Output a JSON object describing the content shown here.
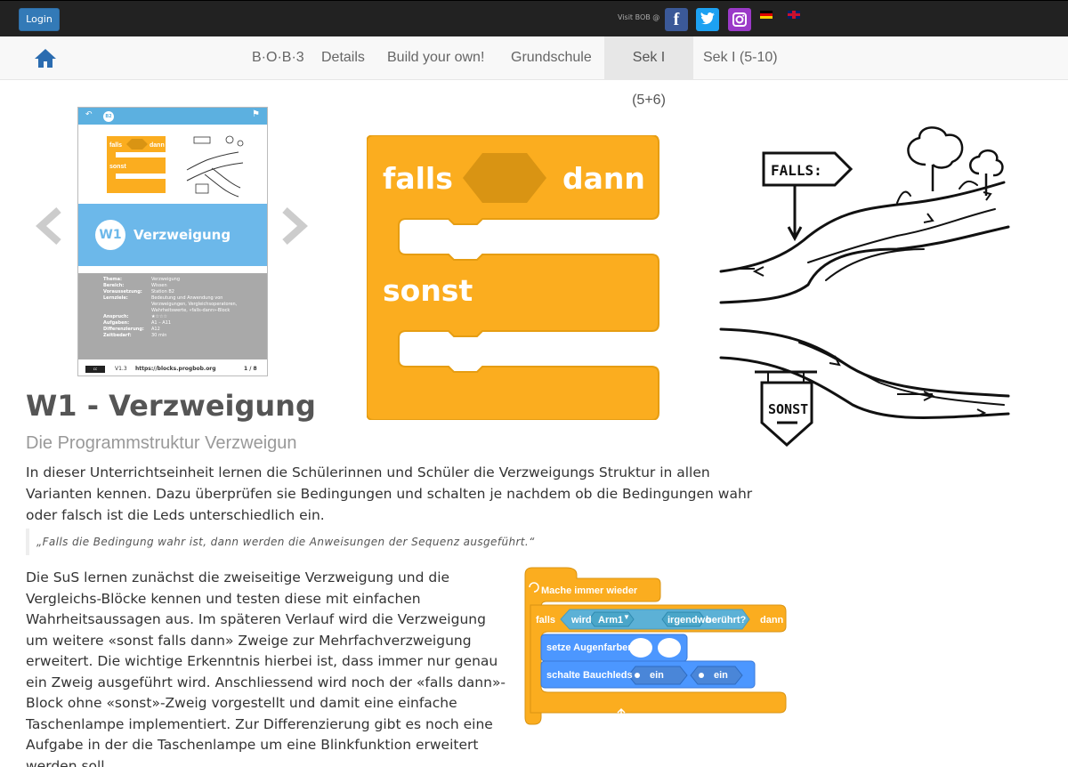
{
  "topbar": {
    "login_label": "Login",
    "visit_label": "Visit BOB @",
    "social": [
      "facebook-icon",
      "twitter-icon",
      "instagram-icon"
    ],
    "languages": [
      "de",
      "en"
    ]
  },
  "nav": {
    "items": [
      "B·O·B·3",
      "Details",
      "Build your own!",
      "Grundschule",
      "Sek I (5+6)",
      "Sek I (5-10)"
    ],
    "active": "Sek I (5+6)"
  },
  "slide": {
    "badge": "W1",
    "title": "Verzweigung",
    "top_number": "B2",
    "rows": [
      {
        "k": "Thema:",
        "v": "Verzweigung"
      },
      {
        "k": "Bereich:",
        "v": "Wissen"
      },
      {
        "k": "Voraussetzung:",
        "v": "Station B2"
      },
      {
        "k": "Lernziele:",
        "v": "Bedeutung und Anwendung von"
      },
      {
        "k": "",
        "v": "Verzweigungen, Vergleichsoperatoren,"
      },
      {
        "k": "",
        "v": "Wahrheitswerte, «falls-dann»-Block"
      },
      {
        "k": "Anspruch:",
        "v": "★☆☆☆"
      },
      {
        "k": "Aufgaben:",
        "v": "A1 – A11"
      },
      {
        "k": "Differenzierung:",
        "v": "A12"
      },
      {
        "k": "Zeitbedarf:",
        "v": "30 min"
      }
    ],
    "version": "V1.3",
    "url": "https://blocks.progbob.org",
    "page": "1 / 8",
    "mini_falls": "falls",
    "mini_dann": "dann",
    "mini_sonst": "sonst"
  },
  "content": {
    "title": "W1 - Verzweigung",
    "subtitle": "Die Programmstruktur Verzweigun",
    "intro": "In dieser Unterrichtseinheit lernen die Schülerinnen und Schüler die Verzweigungs Struktur in allen Varianten kennen. Dazu überprüfen sie Bedingungen und schalten je nachdem ob die Bedingungen wahr oder falsch ist die Leds unterschiedlich ein.",
    "quote": "„Falls die Bedingung wahr ist, dann werden die Anweisungen der Sequenz ausgeführt.“",
    "body": "Die SuS lernen zunächst die zweiseitige Verzweigung und die Vergleichs-Blöcke kennen und testen diese mit einfachen Wahrheitsaussagen aus. Im späteren Verlauf wird die Verzweigung um weitere «sonst falls dann» Zweige zur Mehrfachverzweigung erweitert. Die wichtige Erkenntnis hierbei ist, dass immer nur genau ein Zweig ausgeführt wird. Anschliessend wird noch der «falls dann»-Block ohne «sonst»-Zweig vorgestellt und damit eine einfache Taschenlampe implementiert. Zur Differenzierung gibt es noch eine Aufgabe in der die Taschenlampe um eine Blinkfunktion erweitert werden soll."
  },
  "big_block": {
    "falls": "falls",
    "dann": "dann",
    "sonst": "sonst"
  },
  "sketch": {
    "sign_top": "FALLS:",
    "sign_bottom": "SONST"
  },
  "scratch": {
    "loop_label": "Mache immer wieder",
    "if_label": "falls",
    "wird": "wird",
    "arm": "Arm1",
    "irgendwo": "irgendwo",
    "beruehrt": "berührt?",
    "then_label": "dann",
    "set_eyes": "setze Augenfarben",
    "belly_leds": "schalte Bauchleds",
    "ein1": "ein",
    "ein2": "ein"
  },
  "colors": {
    "orange": "#fbad1f",
    "orange_dark": "#d99413",
    "blue": "#4c97ff",
    "cyan": "#5cb1d6",
    "nav_active": "#e7e7e7"
  }
}
